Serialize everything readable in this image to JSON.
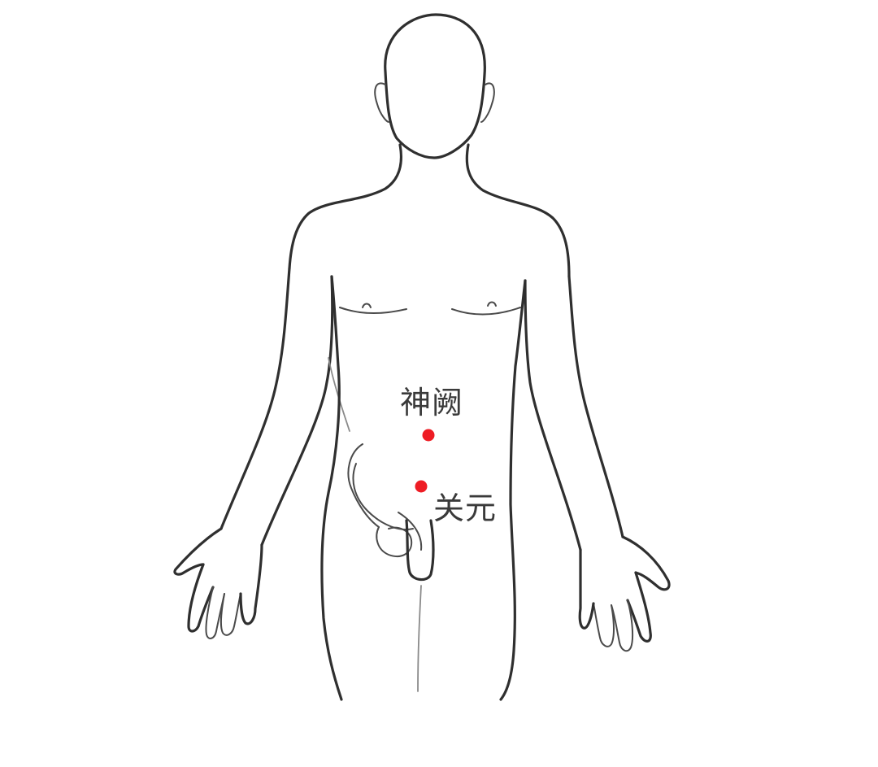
{
  "points": [
    {
      "id": "shenque",
      "label": "神阙"
    },
    {
      "id": "guanyuan",
      "label": "关元"
    }
  ],
  "colors": {
    "point": "#ee1c24",
    "outline": "#2f2f2f",
    "label": "#3a3a3a"
  }
}
